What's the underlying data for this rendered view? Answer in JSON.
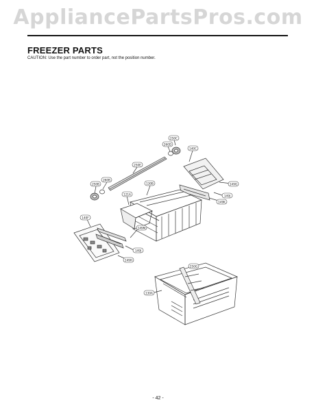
{
  "watermark": "AppliancePartsPros.com",
  "title": "FREEZER PARTS",
  "caution": "CAUTION: Use the part number to order part, not the position number.",
  "page_number": "- 42 -",
  "callouts": {
    "c250c": "250C",
    "c260d": "260D",
    "c140c": "140C",
    "c250e": "250E",
    "c149g": "149G",
    "c260b": "260B",
    "c250b": "250B",
    "c130b": "130B",
    "c149j_top": "149J",
    "c149k": "149K",
    "c121a": "121A",
    "c140f": "140F",
    "c149m": "149M",
    "c149j_left": "149J",
    "c149h": "149H",
    "c250g": "250G",
    "c130a": "130A"
  }
}
